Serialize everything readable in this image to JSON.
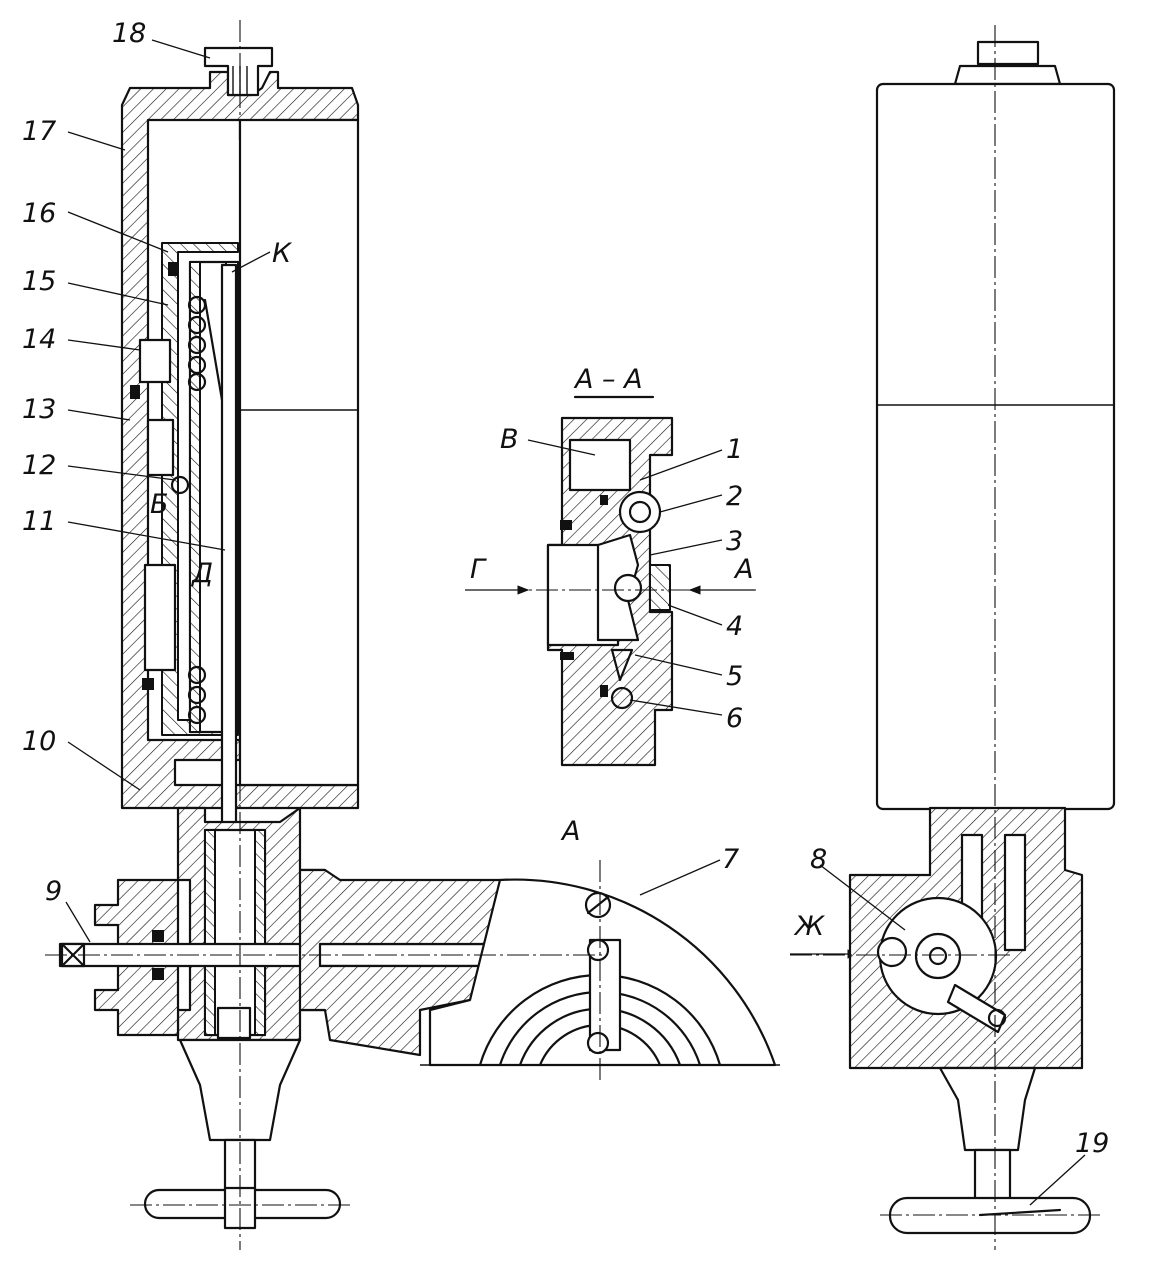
{
  "figure": {
    "section_title": "А – А",
    "labels": {
      "n1": "1",
      "n2": "2",
      "n3": "3",
      "n4": "4",
      "n5": "5",
      "n6": "6",
      "n7": "7",
      "n8": "8",
      "n9": "9",
      "n10": "10",
      "n11": "11",
      "n12": "12",
      "n13": "13",
      "n14": "14",
      "n15": "15",
      "n16": "16",
      "n17": "17",
      "n18": "18",
      "n19": "19",
      "K": "К",
      "B_cav": "Б",
      "D_cav": "Д",
      "V": "В",
      "G": "Г",
      "A_arrow": "А",
      "A_view": "А",
      "Zh": "Ж"
    }
  }
}
